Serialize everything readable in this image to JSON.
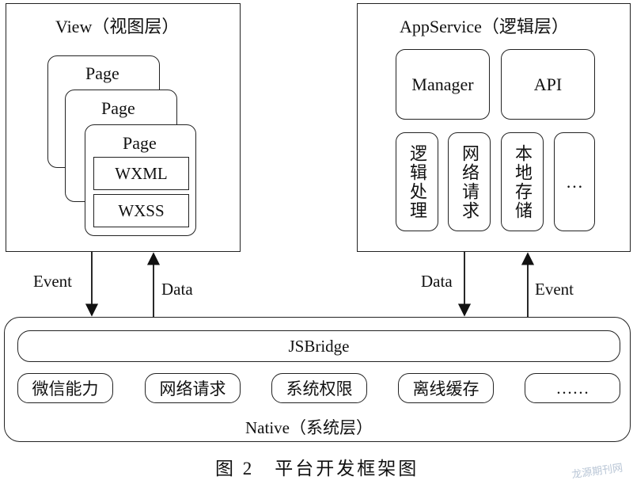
{
  "view": {
    "title": "View（视图层）",
    "pages": [
      "Page",
      "Page",
      "Page"
    ],
    "inner": [
      "WXML",
      "WXSS"
    ]
  },
  "appservice": {
    "title": "AppService（逻辑层）",
    "top": [
      "Manager",
      "API"
    ],
    "modules": [
      "逻辑处理",
      "网络请求",
      "本地存储",
      "…"
    ]
  },
  "arrows": {
    "left_event": "Event",
    "left_data": "Data",
    "right_data": "Data",
    "right_event": "Event"
  },
  "native": {
    "bridge": "JSBridge",
    "modules": [
      "微信能力",
      "网络请求",
      "系统权限",
      "离线缓存",
      "……"
    ],
    "title": "Native（系统层）"
  },
  "caption": "图 2　平台开发框架图",
  "watermark": "龙源期刊网"
}
